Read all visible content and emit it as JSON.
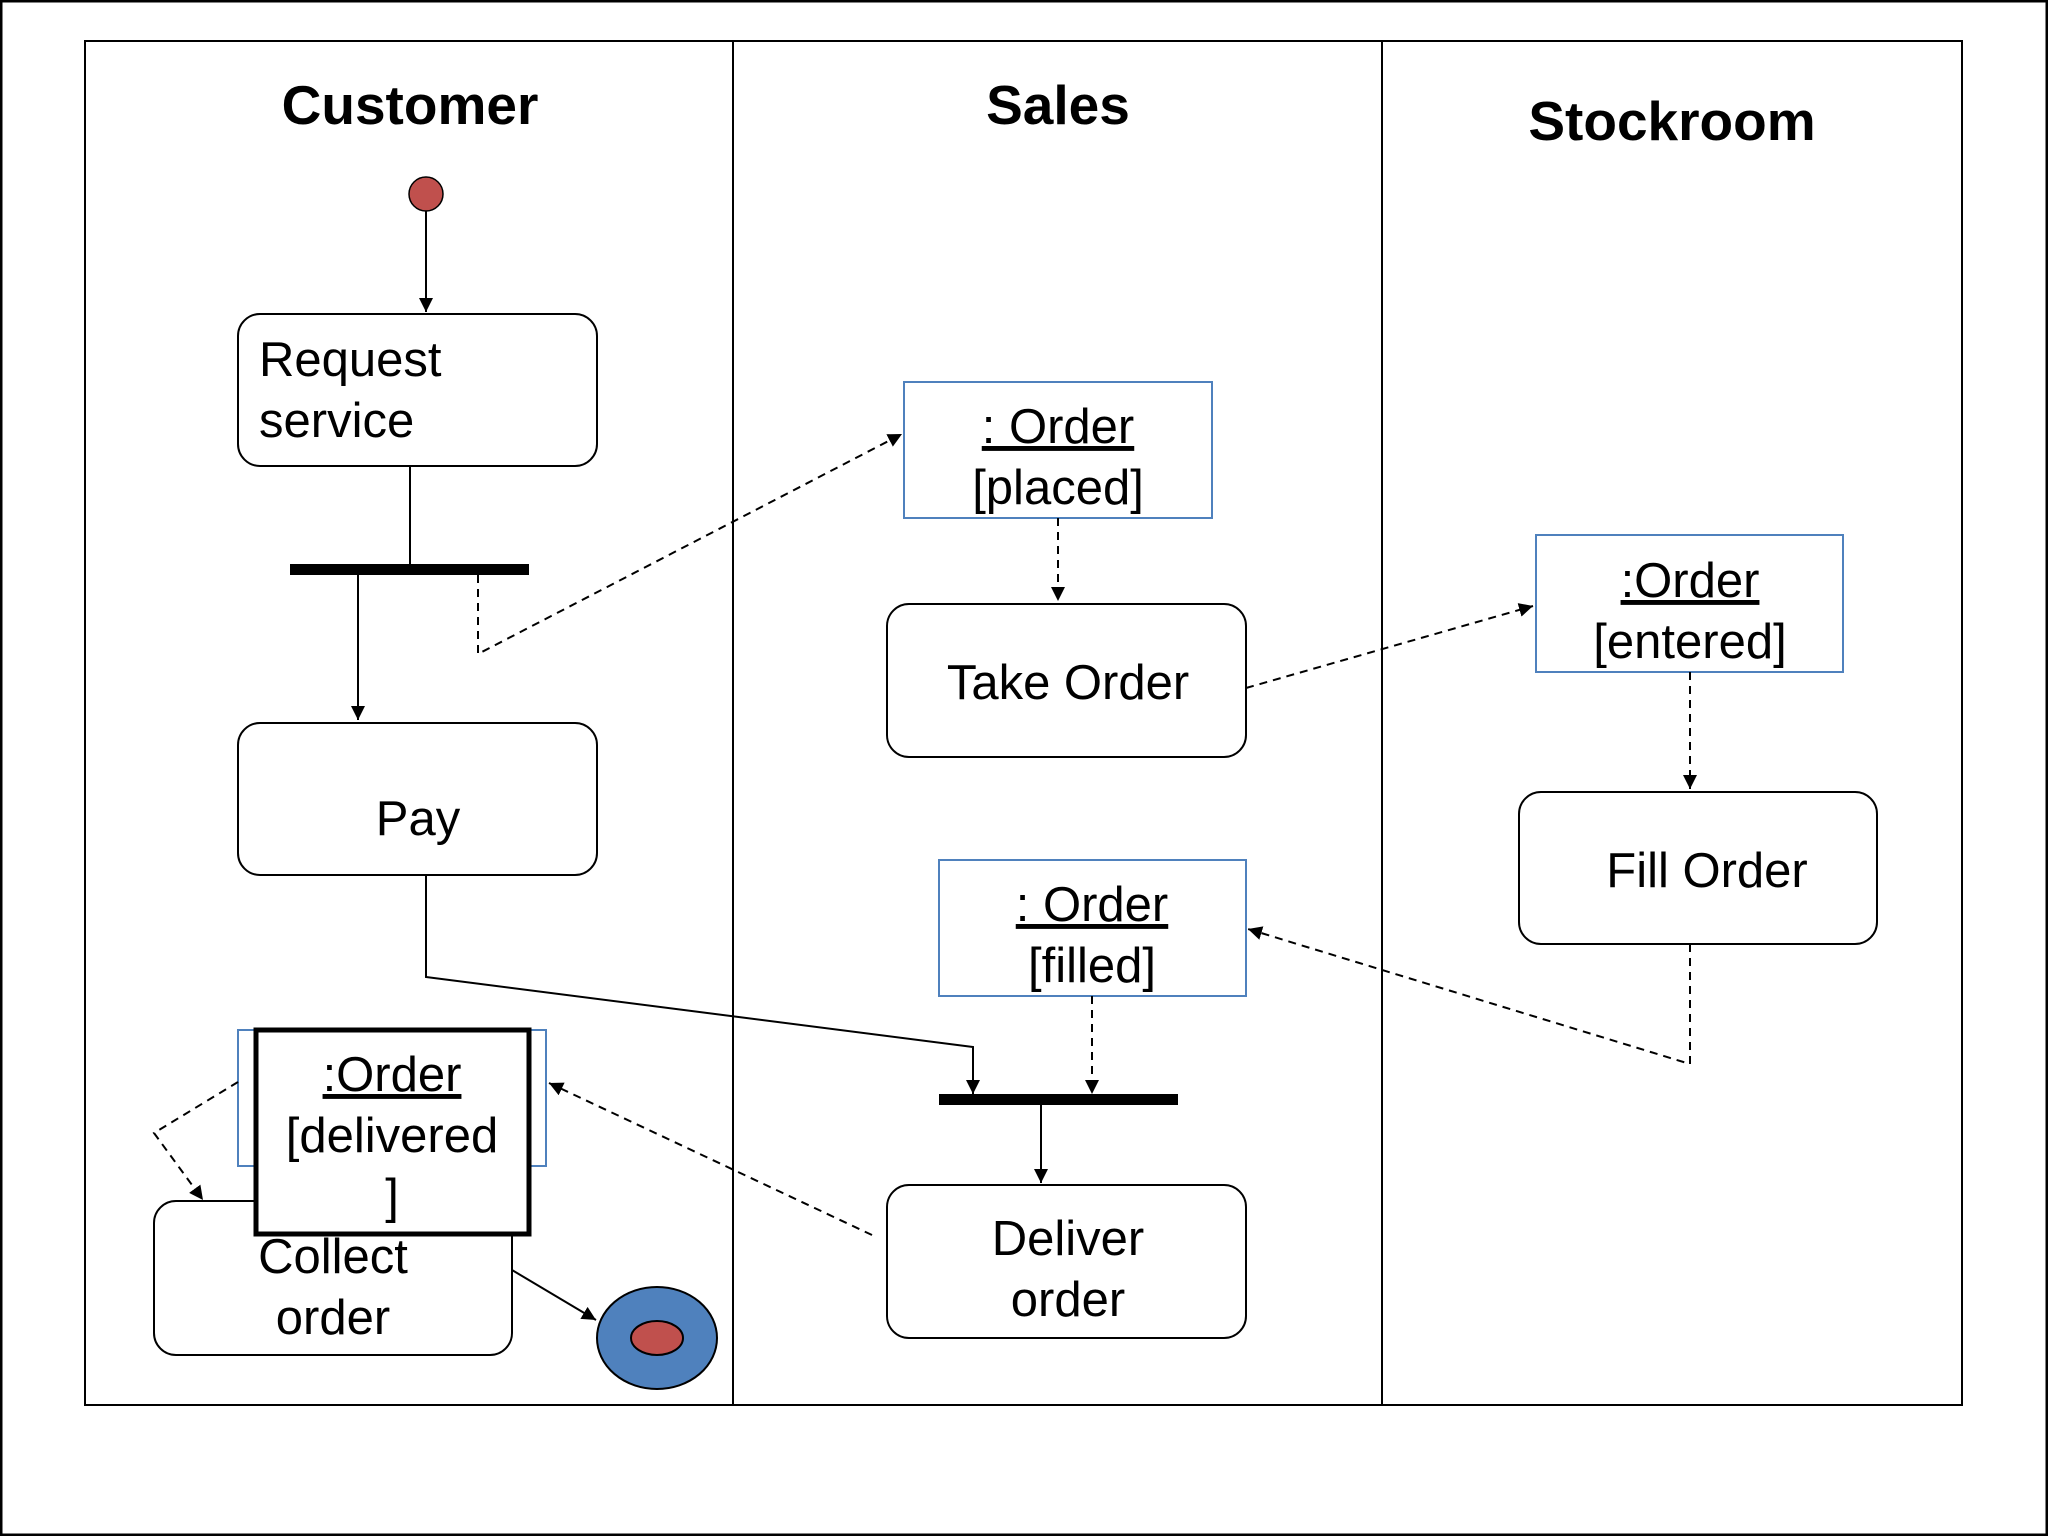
{
  "lanes": [
    {
      "title": "Customer"
    },
    {
      "title": "Sales"
    },
    {
      "title": "Stockroom"
    }
  ],
  "activities": {
    "request_service": {
      "line1": "Request",
      "line2": "service"
    },
    "pay": {
      "label": "Pay"
    },
    "take_order": {
      "label": "Take Order"
    },
    "fill_order": {
      "label": "Fill Order"
    },
    "deliver_order": {
      "line1": "Deliver",
      "line2": "order"
    },
    "collect_order": {
      "line1": "Collect",
      "line2": "order"
    }
  },
  "objects": {
    "order_placed": {
      "name": ": Order",
      "state": "[placed]"
    },
    "order_entered": {
      "name": ":Order",
      "state": "[entered]"
    },
    "order_filled": {
      "name": ": Order",
      "state": "[filled]"
    },
    "order_delivered": {
      "name": ":Order",
      "state_line1": "[delivered",
      "state_line2": "]"
    }
  },
  "colors": {
    "initial_node": "#c0504d",
    "final_node_outer": "#4f81bd",
    "final_node_inner": "#c0504d",
    "object_border": "#4f81bd",
    "line": "#000000"
  }
}
